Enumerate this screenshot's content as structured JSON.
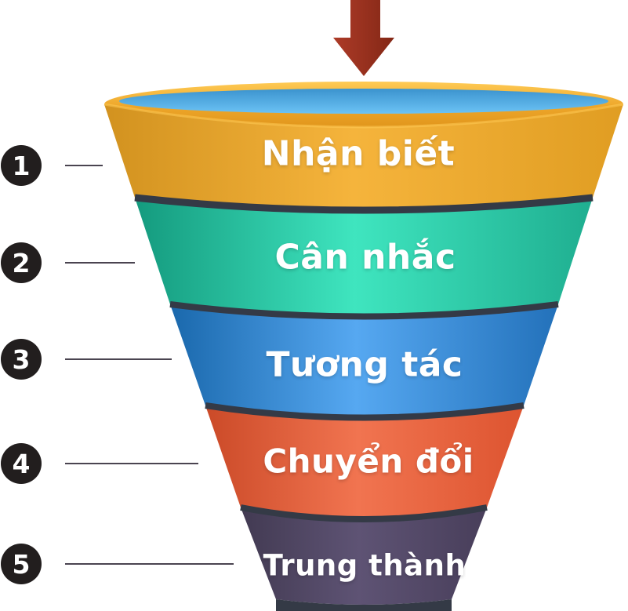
{
  "diagram": {
    "type": "funnel",
    "stages": [
      {
        "number": "1",
        "label": "Nhận biết",
        "color_left": "#d2921f",
        "color_mid": "#f5b43c",
        "color_right": "#e09d22"
      },
      {
        "number": "2",
        "label": "Cân nhắc",
        "color_left": "#149a7e",
        "color_mid": "#3fe5bf",
        "color_right": "#1fae90"
      },
      {
        "number": "3",
        "label": "Tương tác",
        "color_left": "#1a68ac",
        "color_mid": "#56a8f1",
        "color_right": "#2371ba"
      },
      {
        "number": "4",
        "label": "Chuyển đổi",
        "color_left": "#cb4a28",
        "color_mid": "#f17450",
        "color_right": "#dd5430"
      },
      {
        "number": "5",
        "label": "Trung thành",
        "color_left": "#423a52",
        "color_mid": "#5e5374",
        "color_right": "#483e5a"
      }
    ],
    "rim": {
      "highlight": "#ffcb55",
      "base": "#eda62a",
      "shadow": "#e1961c"
    },
    "pool": {
      "top": "#3b93ce",
      "bottom": "#6cc3f5"
    },
    "separator_color": "#343a46",
    "arrow": {
      "from": "#ad3b28",
      "to": "#832715"
    },
    "label_color": "#ffffff",
    "markers": {
      "circle_color": "#221e1e",
      "number_color": "#ffffff",
      "line_color": "#4a4450"
    }
  }
}
